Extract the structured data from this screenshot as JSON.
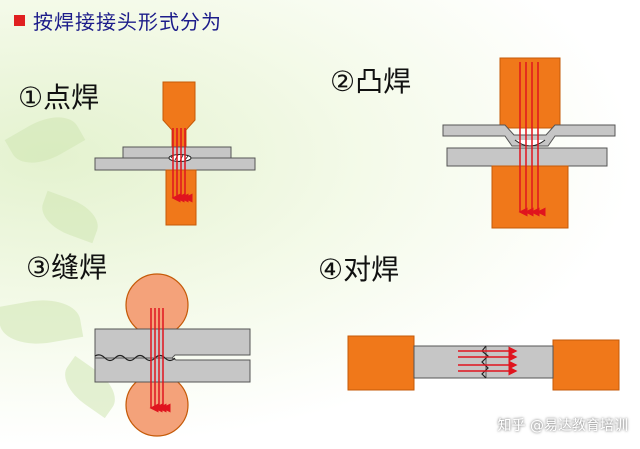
{
  "title": "按焊接接头形式分为",
  "panels": {
    "spot": {
      "label": "①点焊"
    },
    "projection": {
      "label": "②凸焊"
    },
    "seam": {
      "label": "③缝焊"
    },
    "butt": {
      "label": "④对焊"
    }
  },
  "watermark": "知乎 @易达教育培训",
  "colors": {
    "electrode": "#f0781a",
    "electrode_dark": "#c55a08",
    "roller": "#f4a27a",
    "plate": "#c6c6c6",
    "current": "#e0141e",
    "title": "#1c1c8a",
    "bullet": "#e02020"
  }
}
